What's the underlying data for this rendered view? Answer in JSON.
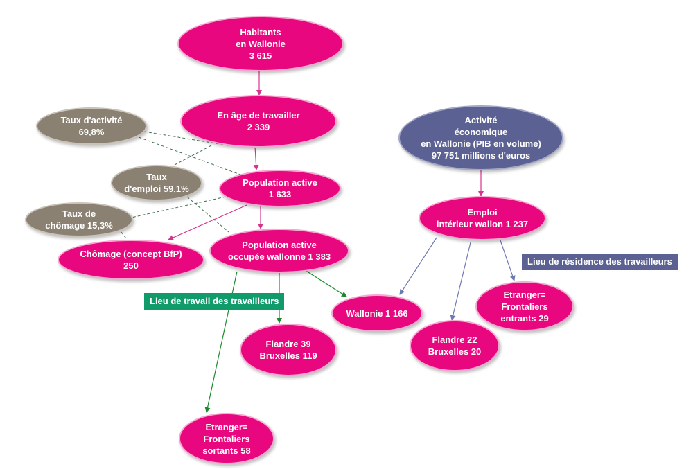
{
  "colors": {
    "magenta": "#e8077e",
    "grey": "#8b8173",
    "navy": "#5b6192",
    "green": "#119b6b",
    "arrow_magenta": "#d6338f",
    "arrow_green": "#1a8a2e",
    "arrow_blue": "#6d79b3",
    "dashed_line": "#3f6f4f"
  },
  "nodes": {
    "habitants": {
      "lines": [
        "Habitants",
        "en Wallonie",
        "3 615"
      ]
    },
    "age_travail": {
      "lines": [
        "En âge de travailler",
        "2 339"
      ]
    },
    "pop_active": {
      "lines": [
        "Population active",
        "1 633"
      ]
    },
    "pop_occupee": {
      "lines": [
        "Population active",
        "occupée wallonne  1 383"
      ]
    },
    "chomage": {
      "lines": [
        "Chômage (concept BfP)",
        "250"
      ]
    },
    "taux_activite": {
      "lines": [
        "Taux d'activité",
        "69,8%"
      ]
    },
    "taux_emploi": {
      "lines": [
        "Taux",
        "d'emploi  59,1%"
      ]
    },
    "taux_chomage": {
      "lines": [
        "Taux de",
        "chômage 15,3%"
      ]
    },
    "activite_eco": {
      "lines": [
        "Activité",
        "économique",
        "en Wallonie (PIB en volume)",
        "97 751 millions d'euros"
      ]
    },
    "emploi_interieur": {
      "lines": [
        "Emploi",
        "intérieur wallon  1 237"
      ]
    },
    "wallonie": {
      "lines": [
        "Wallonie 1 166"
      ]
    },
    "flandre_brux_travail": {
      "lines": [
        "Flandre  39",
        "Bruxelles  119"
      ]
    },
    "etranger_sortants": {
      "lines": [
        "Etranger=",
        "Frontaliers",
        "sortants 58"
      ]
    },
    "flandre_brux_residence": {
      "lines": [
        "Flandre  22",
        "Bruxelles  20"
      ]
    },
    "etranger_entrants": {
      "lines": [
        "Etranger=",
        "Frontaliers",
        "entrants  29"
      ]
    }
  },
  "labels": {
    "lieu_travail": "Lieu de travail des travailleurs",
    "lieu_residence": "Lieu de résidence des travailleurs"
  }
}
